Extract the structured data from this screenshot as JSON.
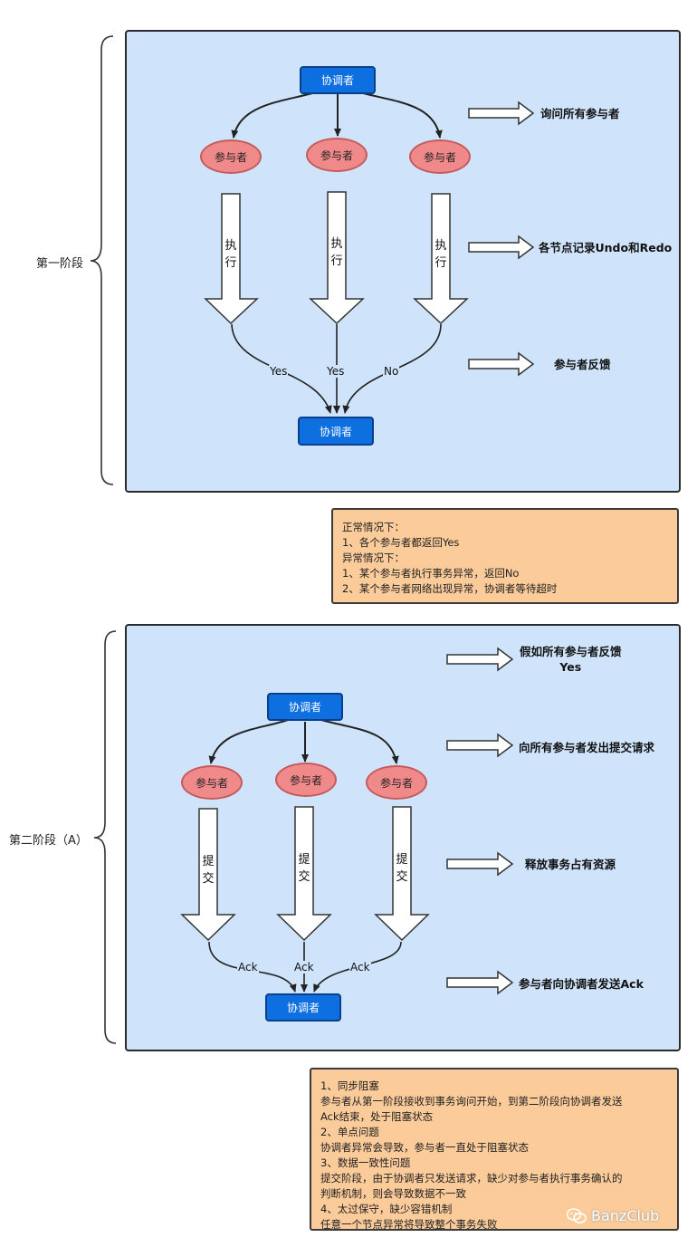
{
  "phase1": {
    "label": "第一阶段",
    "coordinator_top": "协调者",
    "coordinator_bottom": "协调者",
    "participants": [
      "参与者",
      "参与者",
      "参与者"
    ],
    "action": "执行",
    "responses": [
      "Yes",
      "Yes",
      "No"
    ],
    "side_notes": [
      "询问所有参与者",
      "各节点记录Undo和Redo",
      "参与者反馈"
    ]
  },
  "note1": {
    "lines": [
      "正常情况下：",
      "1、各个参与者都返回Yes",
      "异常情况下：",
      "1、某个参与者执行事务异常，返回No",
      "2、某个参与者网络出现异常，协调者等待超时"
    ]
  },
  "phase2": {
    "label": "第二阶段（A）",
    "coordinator_top": "协调者",
    "coordinator_bottom": "协调者",
    "participants": [
      "参与者",
      "参与者",
      "参与者"
    ],
    "action": "提交",
    "responses": [
      "Ack",
      "Ack",
      "Ack"
    ],
    "side_notes": [
      "假如所有参与者反馈",
      "Yes",
      "向所有参与者发出提交请求",
      "释放事务占有资源",
      "参与者向协调者发送Ack"
    ]
  },
  "note2": {
    "lines": [
      "1、同步阻塞",
      "参与者从第一阶段接收到事务询问开始，到第二阶段向协调者发送",
      "Ack结束，处于阻塞状态",
      "2、单点问题",
      "协调者异常会导致，参与者一直处于阻塞状态",
      "3、数据一致性问题",
      "提交阶段，由于协调者只发送请求，缺少对参与者执行事务确认的",
      "判断机制，则会导致数据不一致",
      "4、太过保守，缺少容错机制",
      "任意一个节点异常将导致整个事务失败"
    ]
  },
  "watermark": {
    "icon": "wechat-icon",
    "text": "BanzClub"
  },
  "colors": {
    "panel": "#cfe4fb",
    "coordinator": "#0e6fe0",
    "participant": "#f08a8a",
    "note": "#fbcb9a"
  }
}
